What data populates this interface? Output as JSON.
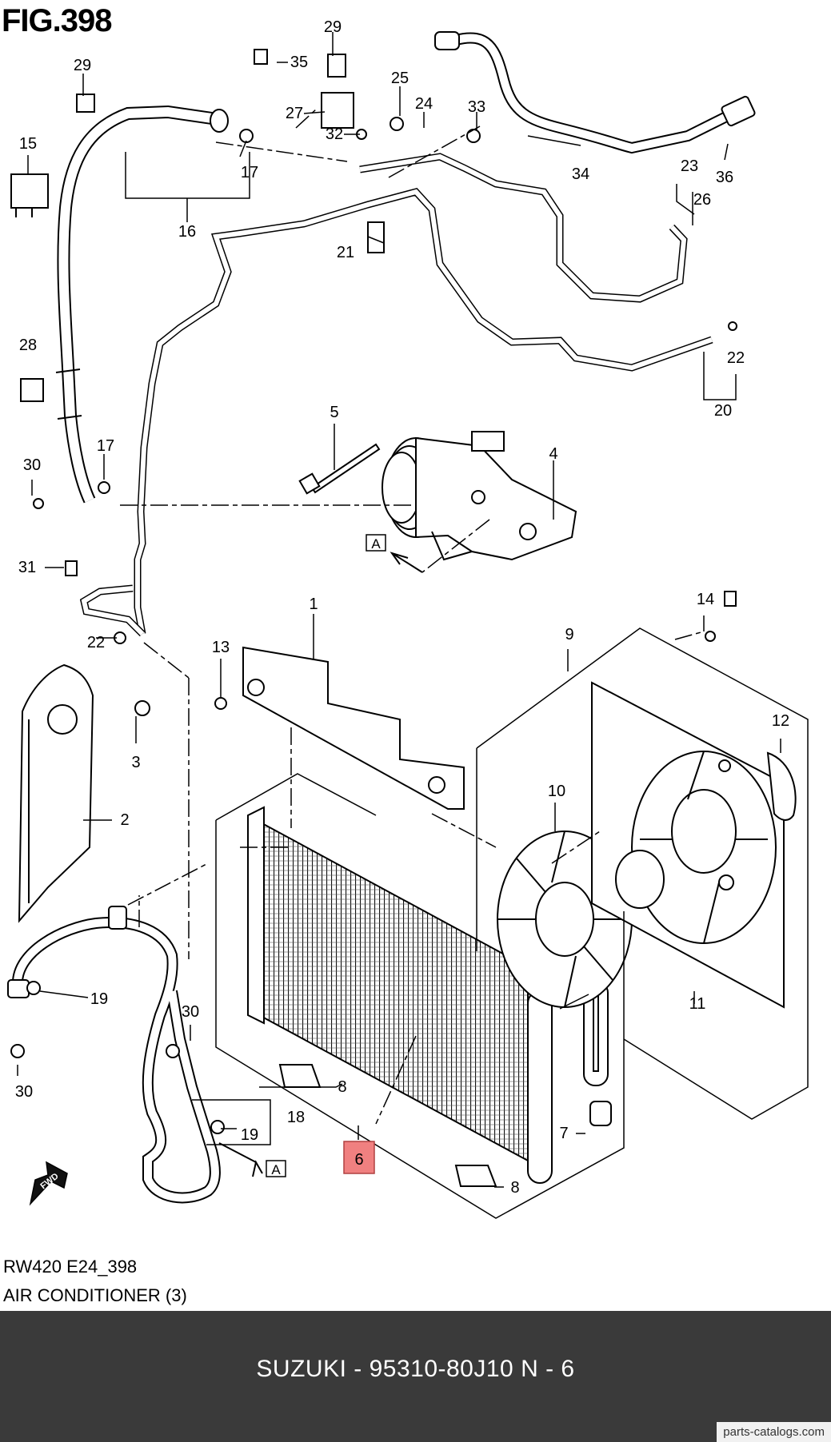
{
  "figure": {
    "title": "FIG.398",
    "code": "RW420 E24_398",
    "caption": "AIR CONDITIONER (3)"
  },
  "callouts": {
    "c1": "1",
    "c2": "2",
    "c3": "3",
    "c4": "4",
    "c5": "5",
    "c6": "6",
    "c7": "7",
    "c8a": "8",
    "c8b": "8",
    "c9": "9",
    "c10": "10",
    "c11": "11",
    "c12": "12",
    "c13": "13",
    "c14": "14",
    "c15": "15",
    "c16": "16",
    "c17a": "17",
    "c17b": "17",
    "c18": "18",
    "c19a": "19",
    "c19b": "19",
    "c20": "20",
    "c21": "21",
    "c22a": "22",
    "c22b": "22",
    "c23": "23",
    "c24": "24",
    "c25": "25",
    "c26": "26",
    "c27": "27",
    "c28": "28",
    "c29a": "29",
    "c29b": "29",
    "c30a": "30",
    "c30b": "30",
    "c30c": "30",
    "c31": "31",
    "c32": "32",
    "c33": "33",
    "c34": "34",
    "c35": "35",
    "c36": "36",
    "refA1": "A",
    "refA2": "A",
    "fwd": "FWD"
  },
  "highlight": {
    "part": "6",
    "color": "#f08080"
  },
  "footer": {
    "text": "SUZUKI - 95310-80J10   N - 6",
    "watermark": "parts-catalogs.com"
  }
}
